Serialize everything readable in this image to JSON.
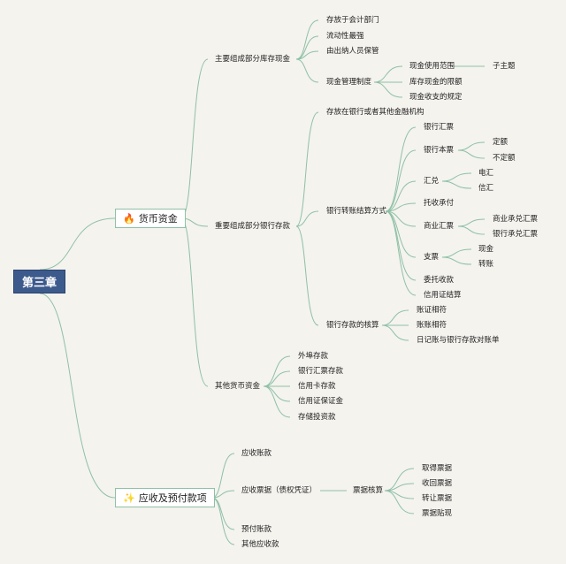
{
  "root": "第三章",
  "branch1": {
    "icon": "fire-icon",
    "label": "货币资金",
    "main1": {
      "label": "主要组成部分库存现金",
      "items": [
        "存放于会计部门",
        "流动性最强",
        "由出纳人员保管"
      ],
      "mgmt": {
        "label": "现金管理制度",
        "items": [
          "现金使用范围",
          "库存现金的限额",
          "现金收支的规定"
        ],
        "sub": "子主题"
      }
    },
    "main2": {
      "label": "重要组成部分银行存款",
      "deposit": "存放在银行或者其他金融机构",
      "settle": {
        "label": "银行转账结算方式",
        "yhhp": "银行汇票",
        "yhbp": {
          "label": "银行本票",
          "items": [
            "定额",
            "不定额"
          ]
        },
        "hd": {
          "label": "汇兑",
          "items": [
            "电汇",
            "信汇"
          ]
        },
        "tssf": "托收承付",
        "syhp": {
          "label": "商业汇票",
          "items": [
            "商业承兑汇票",
            "银行承兑汇票"
          ]
        },
        "zp": {
          "label": "支票",
          "items": [
            "现金",
            "转账"
          ]
        },
        "wtsk": "委托收款",
        "xyzjs": "信用证结算"
      },
      "check": {
        "label": "银行存款的核算",
        "items": [
          "账证相符",
          "账账相符",
          "日记账与银行存款对账单"
        ]
      }
    },
    "main3": {
      "label": "其他货币资金",
      "items": [
        "外埠存款",
        "银行汇票存款",
        "信用卡存款",
        "信用证保证金",
        "存储投资款"
      ]
    }
  },
  "branch2": {
    "icon": "magic-wand-icon",
    "label": "应收及预付款项",
    "items": [
      "应收账款",
      "应收票据（债权凭证）",
      "预付账款",
      "其他应收款"
    ],
    "bill": {
      "label": "票据核算",
      "items": [
        "取得票据",
        "收回票据",
        "转让票据",
        "票据贴现"
      ]
    }
  }
}
